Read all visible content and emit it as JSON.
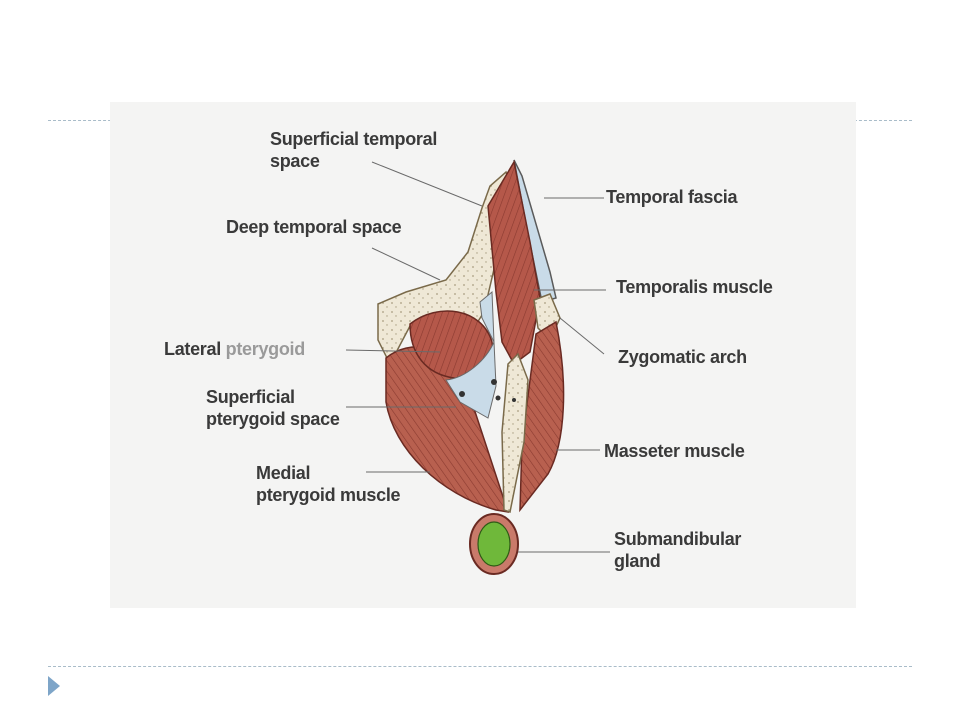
{
  "labels": {
    "superficial_temporal_space": [
      "Superficial temporal",
      "space"
    ],
    "deep_temporal_space": "Deep temporal space",
    "lateral_pterygoid": [
      "Lateral",
      "pterygoid"
    ],
    "superficial_pterygoid_space": [
      "Superficial",
      "pterygoid space"
    ],
    "medial_pterygoid_muscle": [
      "Medial",
      "pterygoid muscle"
    ],
    "temporal_fascia": "Temporal fascia",
    "temporalis_muscle": "Temporalis muscle",
    "zygomatic_arch": "Zygomatic arch",
    "masseter_muscle": "Masseter muscle",
    "submandibular_gland": [
      "Submandibular",
      "gland"
    ]
  },
  "colors": {
    "muscle": "#b5584a",
    "muscle_light": "#c97a6a",
    "bone": "#efe8d6",
    "fascia_space": "#c9dbe8",
    "gland": "#6fb83a",
    "figure_bg": "#f4f4f3",
    "rule": "#a9bcc9",
    "bullet": "#7ea5c8"
  }
}
